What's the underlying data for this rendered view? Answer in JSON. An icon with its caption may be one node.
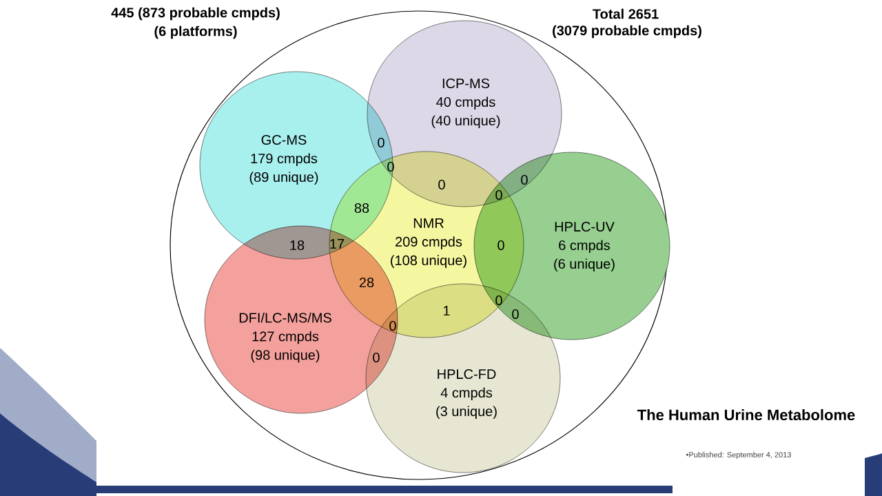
{
  "diagram": {
    "nodes": [
      {
        "text": [
          "GC-MS",
          "179 cmpds",
          "(89 unique)"
        ]
      },
      {
        "text": [
          "ICP-MS",
          "40 cmpds",
          "(40 unique)"
        ]
      },
      {
        "text": [
          "NMR",
          "209 cmpds",
          "(108 unique)"
        ]
      },
      {
        "text": [
          "HPLC-UV",
          "6 cmpds",
          "(6 unique)"
        ]
      },
      {
        "text": [
          "DFI/LC-MS/MS",
          "127 cmpds",
          "(98 unique)"
        ]
      },
      {
        "text": [
          "HPLC-FD",
          "4 cmpds",
          "(3 unique)"
        ]
      }
    ],
    "labels": [
      "445 (873 probable cmpds)",
      "(6 platforms)",
      "Total 2651",
      "(3079 probable cmpds)",
      "0",
      "0",
      "0",
      "0",
      "0",
      "88",
      "18",
      "17",
      "0",
      "28",
      "1",
      "0",
      "0",
      "0",
      "0",
      "The Human Urine Metabolome",
      "•Published: September 4, 2013"
    ]
  }
}
